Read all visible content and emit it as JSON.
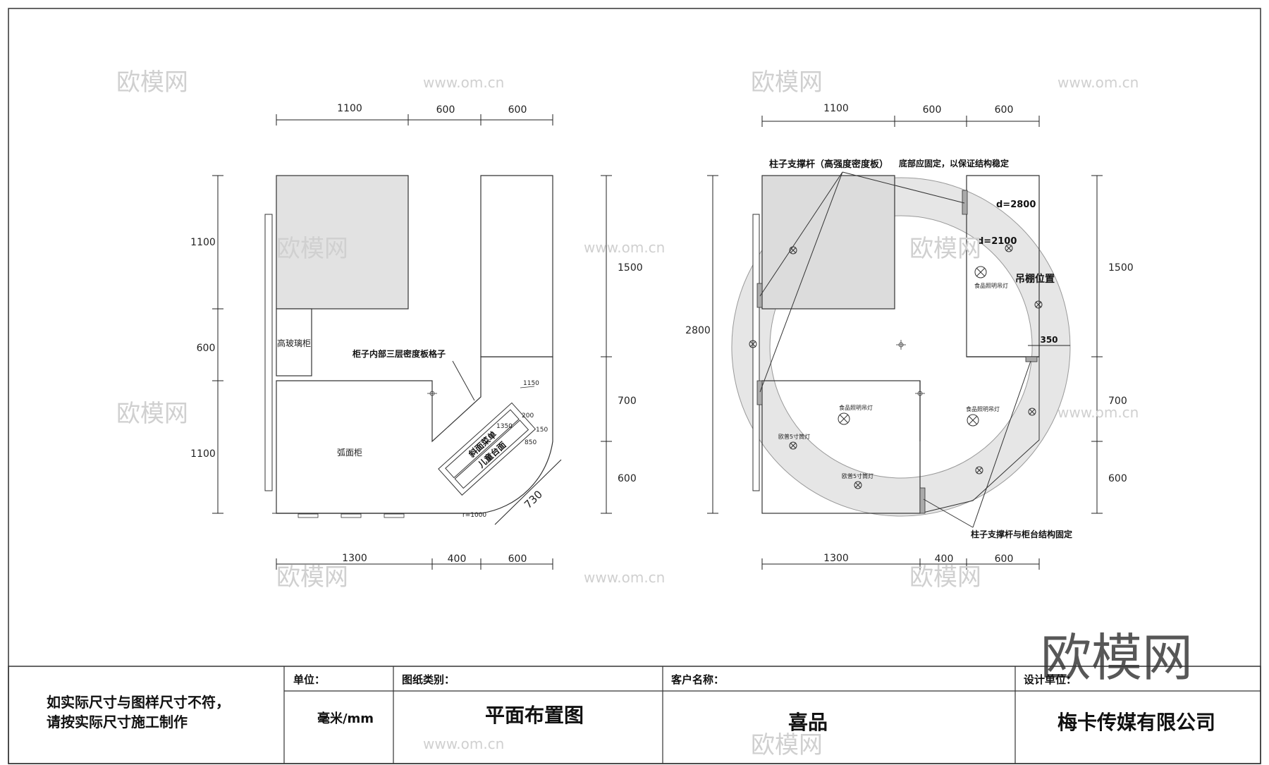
{
  "left_plan": {
    "top_dims": [
      "1100",
      "600",
      "600"
    ],
    "bottom_dims": [
      "1300",
      "400",
      "600"
    ],
    "left_dims": [
      "1100",
      "600",
      "1100"
    ],
    "right_dims": [
      "1500",
      "700",
      "600"
    ],
    "tall_cabinet": "高玻璃柜",
    "arc_cabinet": "弧面柜",
    "shelf_note": "柜子内部三层密度板格子",
    "sign1": "斜面菜单",
    "sign2": "儿童台面",
    "d1150": "1150",
    "d1350": "1350",
    "d200": "200",
    "d150": "150",
    "d850": "850",
    "d730": "730",
    "radius": "r=1000"
  },
  "right_plan": {
    "top_dims": [
      "1100",
      "600",
      "600"
    ],
    "bottom_dims": [
      "1300",
      "400",
      "600"
    ],
    "left_dim": "2800",
    "right_dims": [
      "1500",
      "700",
      "600"
    ],
    "pillar_note": "柱子支撑杆（高强度密度板）",
    "base_note": "底部应固定，以保证结构稳定",
    "d_outer": "d=2800",
    "d_inner": "d=2100",
    "ceiling": "吊棚位置",
    "w350": "350",
    "pillar_fix": "柱子支撑杆与柜台结构固定",
    "food_light": "食品照明吊灯",
    "spot_light": "欧普5寸筒灯"
  },
  "title_block": {
    "note_line1": "如实际尺寸与图样尺寸不符，",
    "note_line2": "请按实际尺寸施工制作",
    "unit_label": "单位：",
    "unit_value": "毫米/mm",
    "category_label": "图纸类别：",
    "category_value": "平面布置图",
    "client_label": "客户名称：",
    "client_value": "喜品",
    "designer_label": "设计单位：",
    "designer_value": "梅卡传媒有限公司"
  },
  "watermark": {
    "brand": "欧模网",
    "url": "www.om.cn"
  }
}
